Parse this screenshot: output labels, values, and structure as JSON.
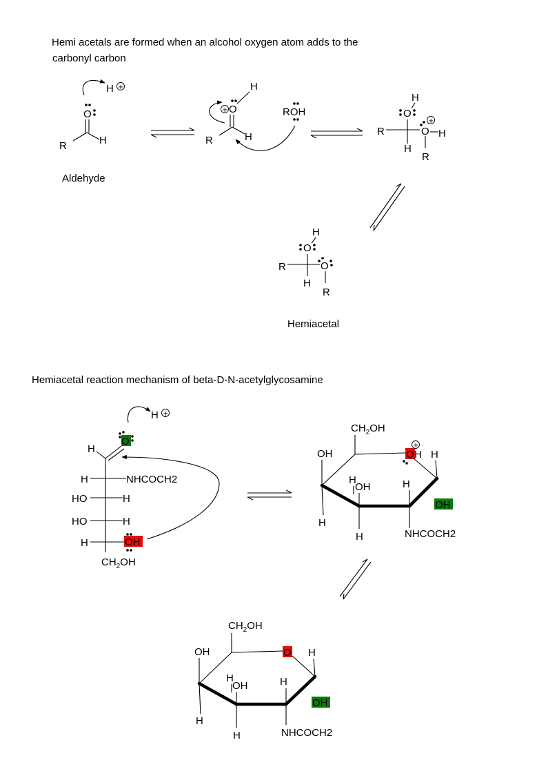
{
  "section1": {
    "heading_line1": "Hemi acetals are formed when an alcohol oxygen atom adds to the",
    "heading_line2": "carbonyl carbon",
    "aldehyde_label": "Aldehyde",
    "hemiacetal_label": "Hemiacetal",
    "proton": "H",
    "atom_O": "O",
    "atom_H": "H",
    "atom_R": "R",
    "roh": "ROH"
  },
  "section2": {
    "heading": "Hemiacetal reaction mechanism of beta-D-N-acetylglycosamine",
    "substituent_nhcoch2": "NHCOCH2",
    "substituent_ho": "HO",
    "substituent_oh": "OH",
    "ch2oh_prefix": "CH",
    "ch2oh_sub": "2",
    "ch2oh_suffix": "OH",
    "atom_H": "H",
    "atom_O": "O"
  },
  "colors": {
    "highlight_green": "#0b7a0b",
    "highlight_red": "#e01010"
  }
}
